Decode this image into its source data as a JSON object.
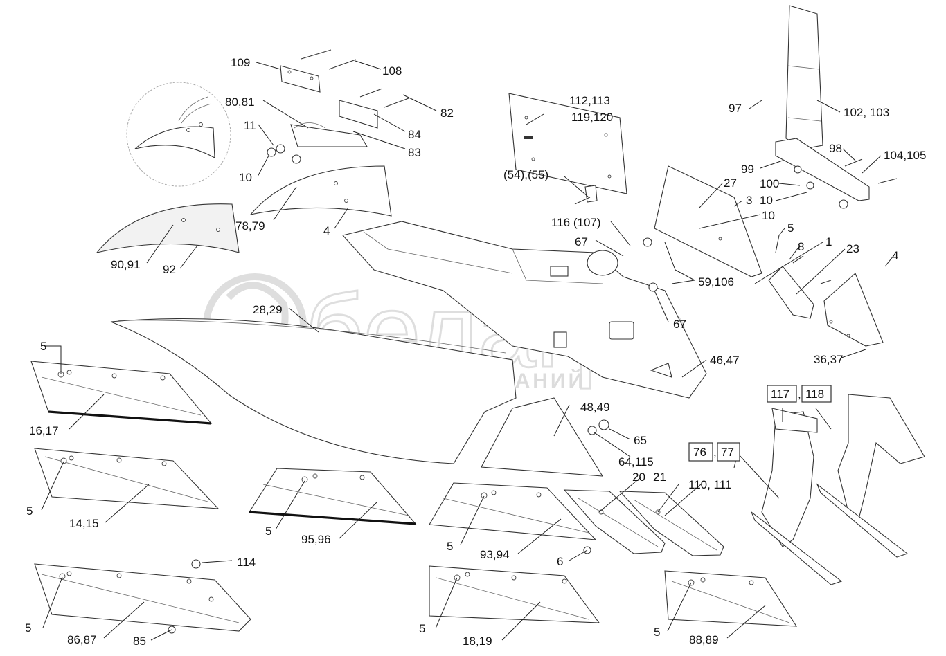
{
  "watermark": {
    "brand": "белагро",
    "subtitle": "ГРУППА КОМПАНИЙ"
  },
  "labels": {
    "l109": "109",
    "l108": "108",
    "l80_81": "80,81",
    "l82": "82",
    "l84": "84",
    "l83": "83",
    "l11": "11",
    "l10a": "10",
    "l78_79": "78,79",
    "l4a": "4",
    "l90_91": "90,91",
    "l92": "92",
    "l112_113": "112,113",
    "l119_120": "119,120",
    "l54_55": "(54),(55)",
    "l116_107": "116 (107)",
    "l67a": "67",
    "l67b": "67",
    "l59_106": "59,106",
    "l28_29": "28,29",
    "l46_47": "46,47",
    "l97": "97",
    "l102_103": "102, 103",
    "l98": "98",
    "l104_105": "104,105",
    "l99": "99",
    "l27": "27",
    "l100": "100",
    "l10b": "10",
    "l3": "3",
    "l10c": "10",
    "l5a": "5",
    "l8": "8",
    "l1": "1",
    "l23": "23",
    "l4b": "4",
    "l36_37": "36,37",
    "l5b": "5",
    "l16_17": "16,17",
    "l5c": "5",
    "l14_15": "14,15",
    "l5d": "5",
    "l95_96": "95,96",
    "l48_49": "48,49",
    "l65": "65",
    "l64_115": "64,115",
    "l20": "20",
    "l21": "21",
    "l110_111": "110, 111",
    "l5e": "5",
    "l93_94": "93,94",
    "l6": "6",
    "l114": "114",
    "l5f": "5",
    "l86_87": "86,87",
    "l85": "85",
    "l5g": "5",
    "l18_19": "18,19",
    "l5h": "5",
    "l88_89": "88,89",
    "b117": "117",
    "b118": "118",
    "b76": "76",
    "b77": "77",
    "comma1": ",",
    "comma2": ","
  }
}
